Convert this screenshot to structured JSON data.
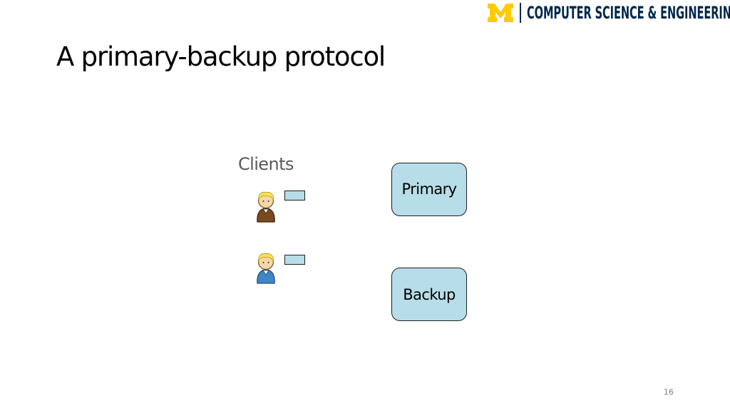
{
  "header": {
    "logo_text": "COMPUTER SCIENCE & ENGINEERING",
    "colors": {
      "maize": "#ffcb05",
      "blue": "#00274c"
    }
  },
  "slide": {
    "title": "A primary-backup protocol",
    "page_number": "16"
  },
  "diagram": {
    "clients_label": "Clients",
    "clients": [
      {
        "icon": "person-brown-icon",
        "shirt_color": "#7a4a1f",
        "message_color": "#b7dde8"
      },
      {
        "icon": "person-blue-icon",
        "shirt_color": "#3f86c6",
        "message_color": "#b7dde8"
      }
    ],
    "primary_label": "Primary",
    "backup_label": "Backup",
    "server_fill": "#b7dde8",
    "label_color": "#595959"
  }
}
